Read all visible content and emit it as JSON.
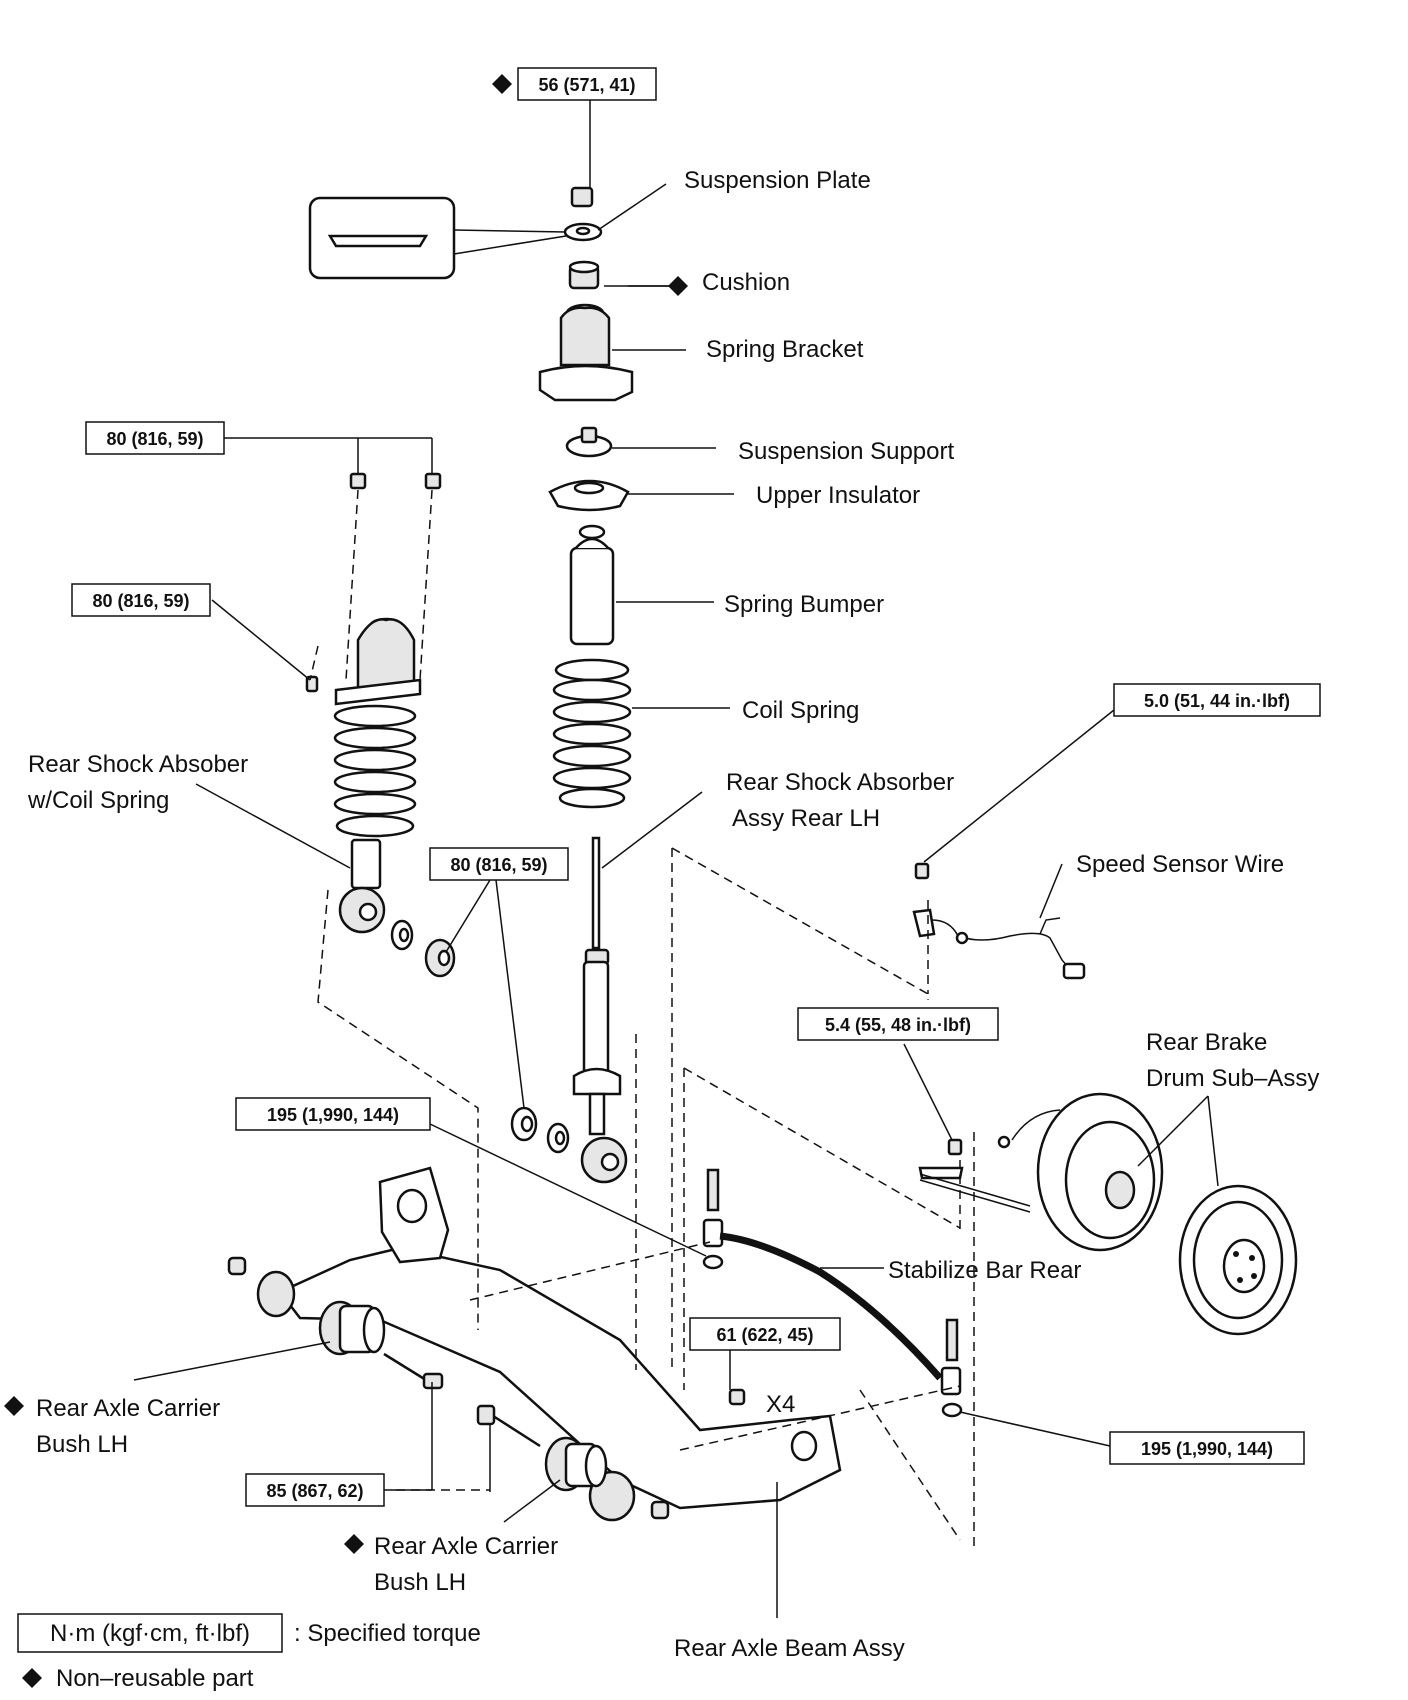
{
  "labels": {
    "suspension_plate": "Suspension Plate",
    "cushion": "Cushion",
    "spring_bracket": "Spring Bracket",
    "suspension_support": "Suspension Support",
    "upper_insulator": "Upper Insulator",
    "spring_bumper": "Spring Bumper",
    "coil_spring": "Coil Spring",
    "rear_shock_coil_line1": "Rear Shock Absober",
    "rear_shock_coil_line2": "w/Coil Spring",
    "rear_shock_assy_line1": "Rear Shock Absorber",
    "rear_shock_assy_line2": "Assy Rear LH",
    "speed_sensor_wire": "Speed Sensor Wire",
    "rear_brake_drum_line1": "Rear Brake",
    "rear_brake_drum_line2": "Drum Sub–Assy",
    "stabilizer_bar_rear": "Stabilize Bar Rear",
    "x4": "X4",
    "axle_bush_left_line1": "Rear Axle Carrier",
    "axle_bush_left_line2": "Bush LH",
    "axle_bush_mid_line1": "Rear Axle Carrier",
    "axle_bush_mid_line2": "Bush LH",
    "rear_axle_beam": "Rear Axle Beam Assy"
  },
  "torques": {
    "top_nut": "56 (571, 41)",
    "upper_mount_nuts": "80 (816, 59)",
    "upper_mount_bolt": "80 (816, 59)",
    "lower_shock_bolt": "80 (816, 59)",
    "speed_sensor": "5.0 (51, 44 in.·lbf)",
    "brake_drum_bolt": "5.4 (55, 48 in.·lbf)",
    "stabilizer_left": "195 (1,990, 144)",
    "stabilizer_right": "195 (1,990, 144)",
    "axle_nuts": "61 (622, 45)",
    "axle_bolts": "85 (867, 62)"
  },
  "legend": {
    "torque_unit": "N·m (kgf·cm, ft·lbf)",
    "torque_desc": ": Specified torque",
    "nonreusable": "Non–reusable part"
  }
}
